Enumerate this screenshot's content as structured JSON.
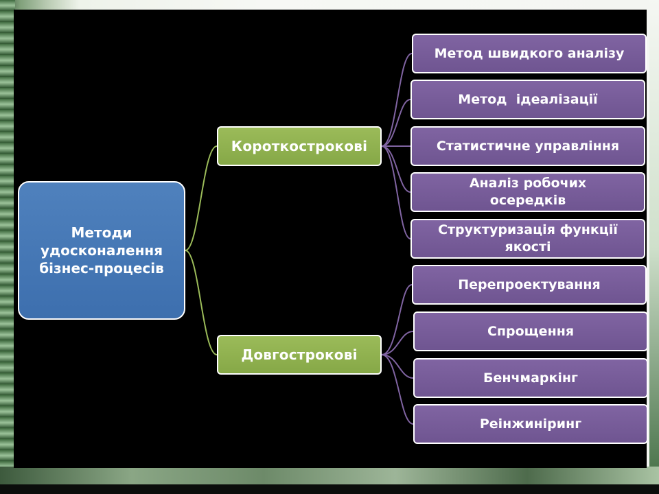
{
  "diagram": {
    "root": {
      "label": "Методи удосконалення бізнес-процесів"
    },
    "groups": [
      {
        "label": "Короткострокові",
        "items": [
          {
            "label": "Метод швидкого аналізу"
          },
          {
            "label": "Метод  ідеалізації"
          },
          {
            "label": "Статистичне управління"
          },
          {
            "label": "Аналіз робочих осередків"
          },
          {
            "label": "Структуризація функції якості"
          }
        ]
      },
      {
        "label": "Довгострокові",
        "items": [
          {
            "label": "Перепроектування"
          },
          {
            "label": "Спрощення"
          },
          {
            "label": "Бенчмаркінг"
          },
          {
            "label": "Реінжиніринг"
          }
        ]
      }
    ]
  },
  "colors": {
    "root_fill": "#4f81bd",
    "group_fill": "#9bbb59",
    "item_fill": "#8064a2",
    "root_connector": "#9bbb59",
    "item_connector": "#8064a2",
    "slide_background": "#000000"
  }
}
